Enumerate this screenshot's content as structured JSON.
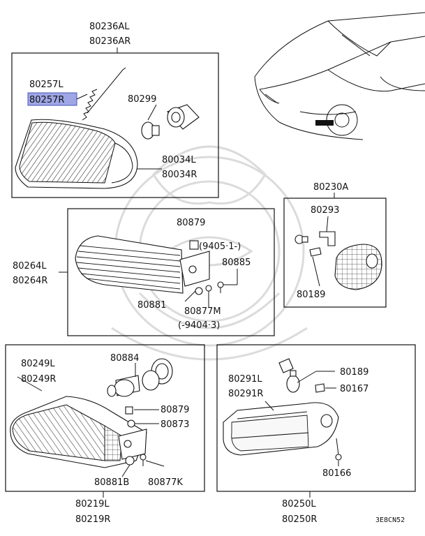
{
  "diagram": {
    "code": "3E8CN52",
    "groups": {
      "front_turn_lamp": {
        "assy_l": "80236AL",
        "assy_r": "80236AR"
      },
      "side_marker": {
        "assy": "80230A"
      },
      "grille_lamp": {
        "assy_l": "80264L",
        "assy_r": "80264R",
        "date_from": "(9405·1-)",
        "date_to": "(-9404·3)"
      },
      "combination_lamp": {
        "assy_l": "80219L",
        "assy_r": "80219R"
      },
      "fog_lamp": {
        "assy_l": "80250L",
        "assy_r": "80250R"
      }
    },
    "parts": {
      "p80257L": "80257L",
      "p80257R": "80257R",
      "p80299": "80299",
      "p80034L": "80034L",
      "p80034R": "80034R",
      "p80293": "80293",
      "p80189a": "80189",
      "p80879a": "80879",
      "p80885": "80885",
      "p80881": "80881",
      "p80877M": "80877M",
      "p80249L": "80249L",
      "p80249R": "80249R",
      "p80884": "80884",
      "p80879b": "80879",
      "p80873": "80873",
      "p80881B": "80881B",
      "p80877K": "80877K",
      "p80291L": "80291L",
      "p80291R": "80291R",
      "p80189b": "80189",
      "p80167": "80167",
      "p80166": "80166"
    },
    "highlight_color": "#9fa6e6"
  }
}
